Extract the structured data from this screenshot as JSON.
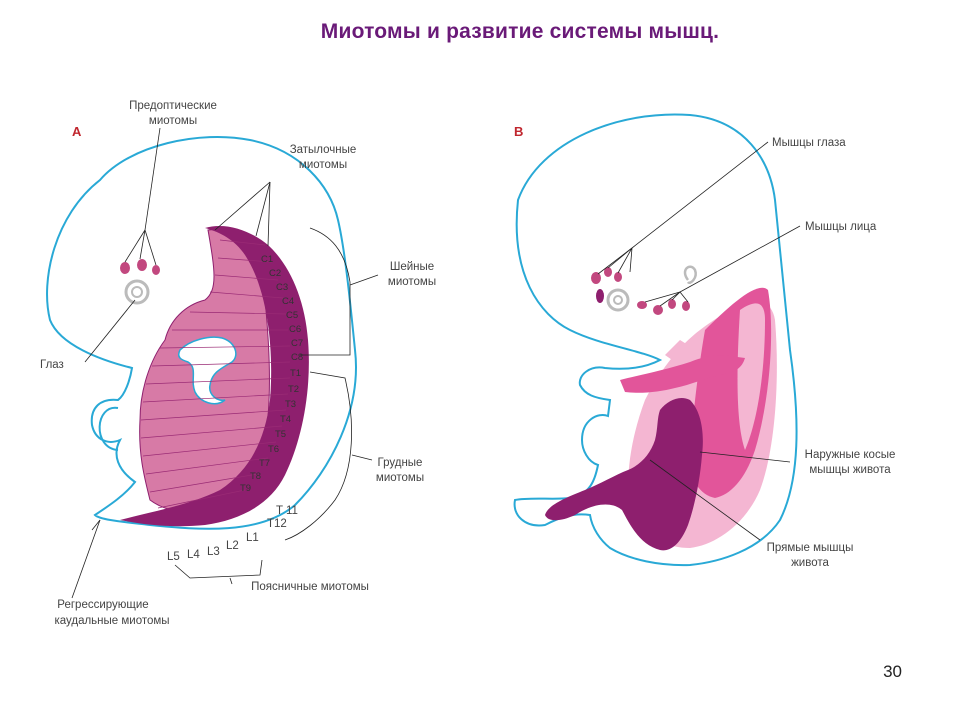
{
  "slide": {
    "title": "Миотомы и развитие системы мышц.",
    "page_number": "30"
  },
  "panel_a": {
    "letter": "A",
    "labels": {
      "preoptic_1": "Предоптические",
      "preoptic_2": "миотомы",
      "occipital_1": "Затылочные",
      "occipital_2": "миотомы",
      "cervical_1": "Шейные",
      "cervical_2": "миотомы",
      "eye": "Глаз",
      "thoracic_1": "Грудные",
      "thoracic_2": "миотомы",
      "lumbar": "Поясничные миотомы",
      "caudal_1": "Регрессирующие",
      "caudal_2": "каудальные миотомы"
    },
    "segments": {
      "cervical": [
        "C1",
        "C2",
        "C3",
        "C4",
        "C5",
        "C6",
        "C7",
        "C8"
      ],
      "thoracic": [
        "T1",
        "T2",
        "T3",
        "T4",
        "T5",
        "T6",
        "T7",
        "T8",
        "T9"
      ],
      "t11": "T 11",
      "t12": "T12",
      "lumbar": [
        "L1",
        "L2",
        "L3",
        "L4",
        "L5"
      ]
    }
  },
  "panel_b": {
    "letter": "B",
    "labels": {
      "eye_muscles": "Мышцы глаза",
      "face_muscles": "Мышцы лица",
      "oblique_1": "Наружные косые",
      "oblique_2": "мышцы живота",
      "rectus_1": "Прямые мышцы",
      "rectus_2": "живота"
    }
  },
  "colors": {
    "title": "#6a1a78",
    "outline": "#29a9d6",
    "dark_muscle": "#8e1f6e",
    "light_muscle": "#d77aa6",
    "pink_muscle": "#e2559a",
    "pale_pink": "#f4b6d2",
    "panel_letter": "#c0262e"
  }
}
